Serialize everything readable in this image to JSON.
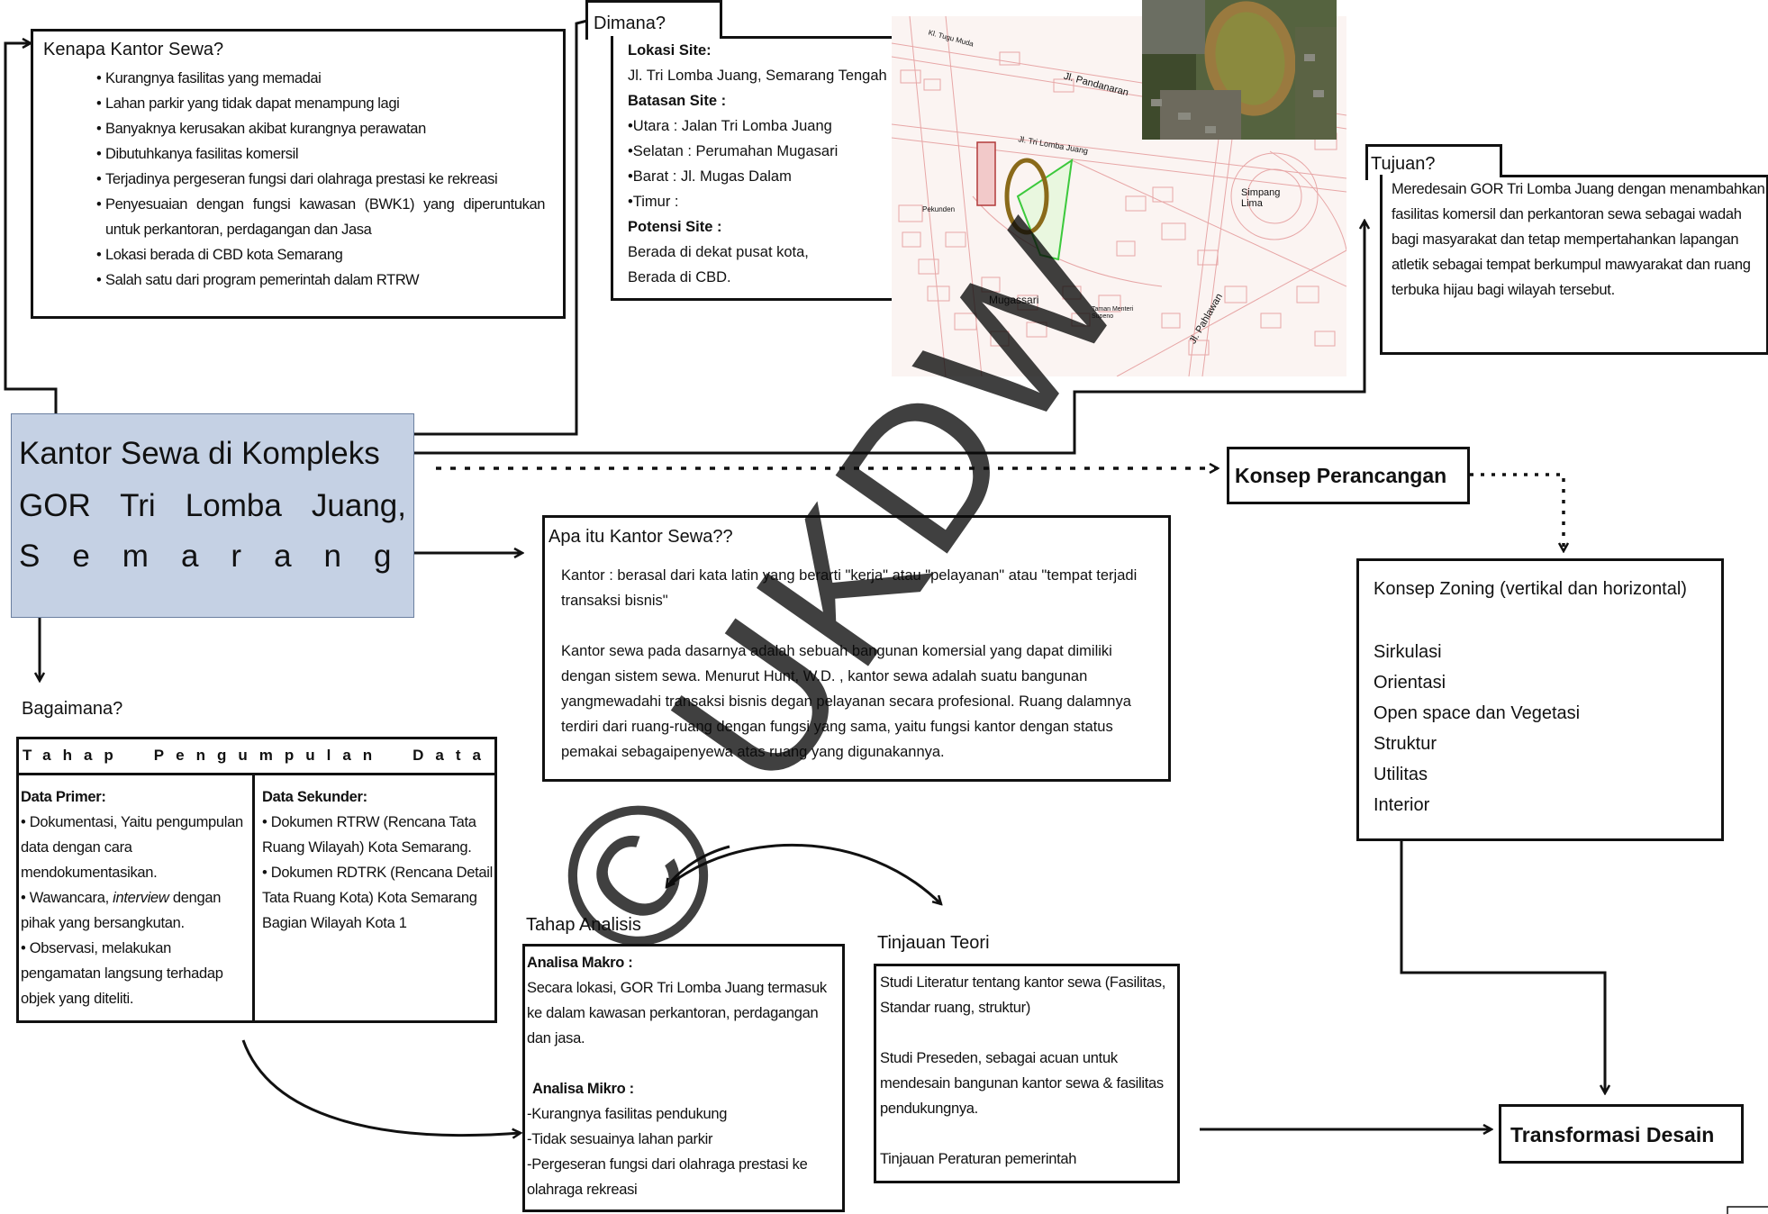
{
  "why": {
    "title": "Kenapa Kantor Sewa?",
    "items": [
      "Kurangnya fasilitas yang memadai",
      "Lahan parkir yang tidak dapat menampung lagi",
      "Banyaknya kerusakan akibat kurangnya perawatan",
      "Dibutuhkanya fasilitas komersil",
      "Terjadinya pergeseran fungsi dari olahraga prestasi ke rekreasi",
      "Penyesuaian dengan fungsi kawasan (BWK1) yang diperuntukan untuk perkantoran, perdagangan dan Jasa",
      "Lokasi berada di CBD kota Semarang",
      "Salah satu dari program pemerintah dalam RTRW"
    ]
  },
  "where": {
    "title": "Dimana?",
    "lokasi_label": "Lokasi Site:",
    "lokasi_value": "Jl. Tri Lomba Juang, Semarang Tengah",
    "batasan_label": "Batasan Site :",
    "batasan_items": [
      "Utara : Jalan Tri Lomba Juang",
      "Selatan : Perumahan Mugasari",
      "Barat : Jl. Mugas Dalam",
      "Timur :"
    ],
    "potensi_label": "Potensi Site :",
    "potensi_lines": [
      "Berada di dekat pusat kota,",
      "Berada di CBD."
    ]
  },
  "map": {
    "labels": [
      "Jl. Pandanaran",
      "Jl. Tri Lomba Juang",
      "Simpang Lima",
      "Mugassari",
      "Jl. Pahlawan",
      "Taman Menteri Supeno",
      "Kl. Tugu Muda",
      "Pekunden"
    ]
  },
  "goal": {
    "title": "Tujuan?",
    "text": "Meredesain GOR Tri Lomba Juang dengan menambahkan fasilitas komersil dan perkantoran sewa sebagai wadah bagi masyarakat dan tetap mempertahankan lapangan atletik sebagai tempat berkumpul mawyarakat dan ruang terbuka hijau bagi wilayah tersebut."
  },
  "main": {
    "line1": "Kantor Sewa di Kompleks",
    "line2": "GOR Tri Lomba Juang,",
    "line3": "Semarang"
  },
  "concept": {
    "label": "Konsep Perancangan"
  },
  "zoning": {
    "title": "Konsep Zoning (vertikal dan horizontal)",
    "items": [
      "Sirkulasi",
      "Orientasi",
      "Open space dan Vegetasi",
      "Struktur",
      "Utilitas",
      "Interior"
    ]
  },
  "what": {
    "title": "Apa itu Kantor Sewa??",
    "para1": "Kantor : berasal dari kata latin yang berarti \"kerja\" atau \"pelayanan\" atau \"tempat terjadi transaksi bisnis\"",
    "para2": "Kantor sewa pada dasarnya adalah sebuah bangunan komersial yang dapat dimiliki dengan sistem sewa. Menurut Hunt, W.D. , kantor sewa adalah suatu bangunan yangmewadahi transaksi bisnis degan pelayanan secara profesional. Ruang dalamnya terdiri dari ruang-ruang dengan fungsi yang sama, yaitu fungsi kantor dengan status pemakai sebagaipenyewa atas ruang yang digunakannya."
  },
  "how": {
    "title": "Bagaimana?",
    "header": "Tahap Pengumpulan Data",
    "primary_label": "Data Primer:",
    "primary_items": [
      "Dokumentasi, Yaitu pengumpulan data dengan cara mendokumentasikan.",
      "Wawancara, interview dengan pihak yang bersangkutan.",
      "Observasi, melakukan pengamatan langsung terhadap objek yang diteliti."
    ],
    "secondary_label": "Data Sekunder:",
    "secondary_items": [
      "Dokumen RTRW (Rencana Tata Ruang Wilayah) Kota Semarang.",
      "Dokumen RDTRK (Rencana Detail Tata Ruang Kota) Kota Semarang Bagian Wilayah Kota 1"
    ]
  },
  "analysis": {
    "title": "Tahap Analisis",
    "macro_label": "Analisa Makro :",
    "macro_text": "Secara lokasi, GOR Tri Lomba Juang termasuk ke dalam kawasan perkantoran, perdagangan dan jasa.",
    "micro_label": "Analisa Mikro :",
    "micro_items": [
      "-Kurangnya fasilitas pendukung",
      "-Tidak sesuainya lahan parkir",
      "-Pergeseran fungsi dari olahraga prestasi ke olahraga rekreasi"
    ]
  },
  "theory": {
    "title": "Tinjauan Teori",
    "para1": "Studi Literatur tentang kantor sewa (Fasilitas, Standar ruang, struktur)",
    "para2": "Studi Preseden, sebagai acuan untuk mendesain bangunan kantor sewa & fasilitas pendukungnya.",
    "para3": "Tinjauan Peraturan pemerintah"
  },
  "transform": {
    "label": "Transformasi Desain"
  },
  "watermark": {
    "text": "© UKDW"
  }
}
